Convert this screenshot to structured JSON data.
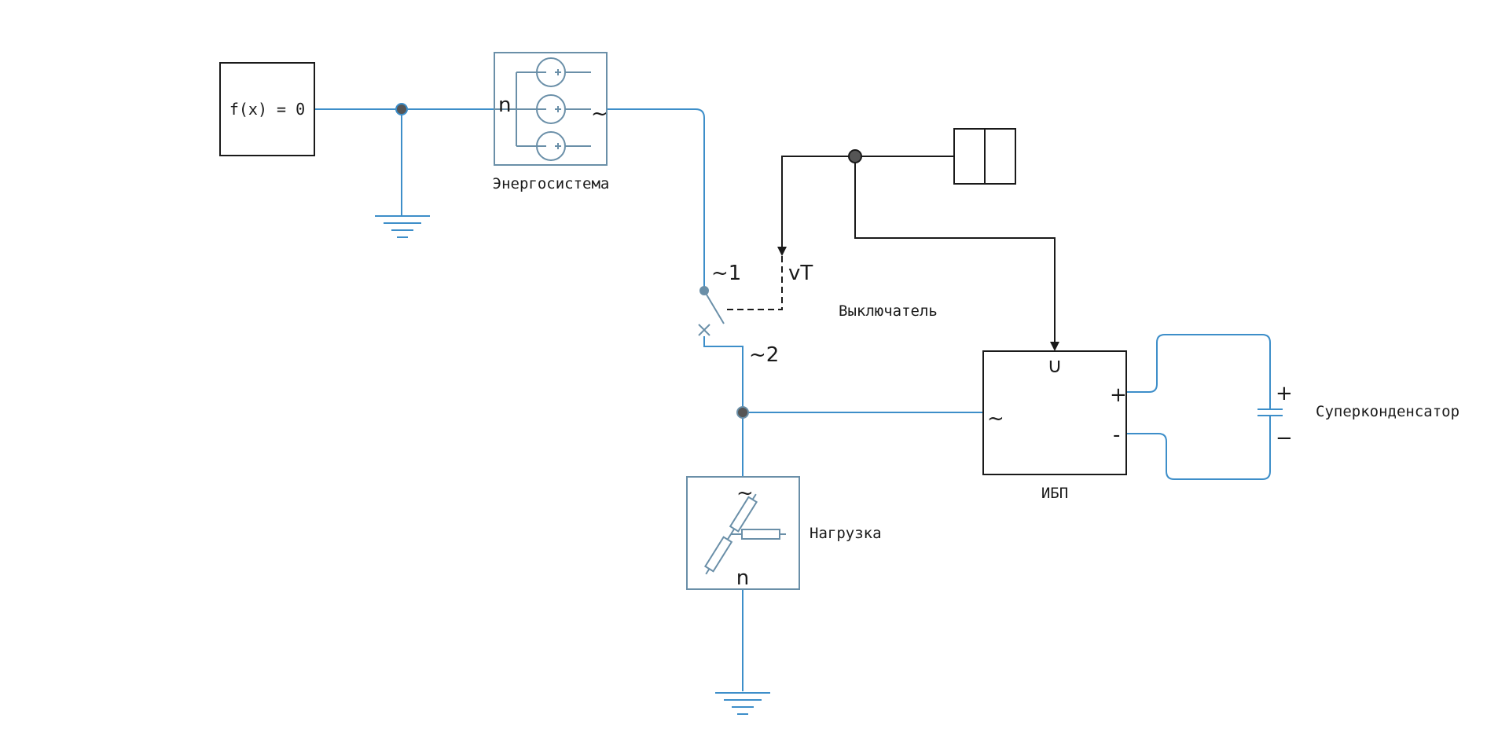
{
  "blocks": {
    "solver": {
      "label": "f(x) = 0"
    },
    "power_system": {
      "label": "Энергосистема",
      "port_n": "n",
      "port_ac": "~"
    },
    "breaker": {
      "label": "Выключатель",
      "port_1": "~1",
      "port_2": "~2",
      "port_control": "vT"
    },
    "ups": {
      "label": "ИБП",
      "port_ac": "~",
      "port_plus": "+",
      "port_minus": "-",
      "port_control": "∪"
    },
    "supercap": {
      "label": "Суперконденсатор",
      "port_plus": "+",
      "port_minus": "−"
    },
    "load": {
      "label": "Нагрузка",
      "port_ac": "~",
      "port_n": "n"
    }
  },
  "colors": {
    "electrical_wire": "#3d8ec9",
    "block_border": "#6a8fa8",
    "signal_wire": "#1a1a1a",
    "junction_dark": "#555555"
  }
}
